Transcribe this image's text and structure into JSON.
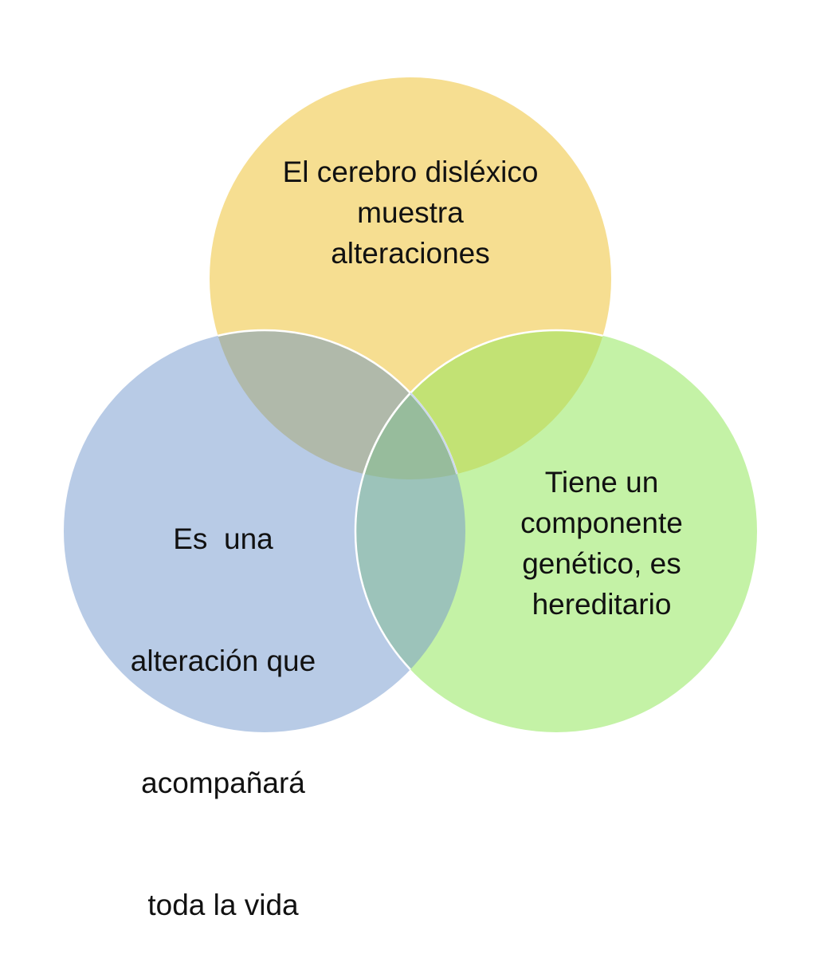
{
  "diagram": {
    "type": "venn",
    "sets": [
      {
        "id": "top",
        "color": "#F6DE91",
        "lines": [
          "El cerebro disléxico",
          "muestra",
          "alteraciones"
        ]
      },
      {
        "id": "left",
        "color": "#B8CBE6",
        "lines": [
          "Es  una",
          "alteración que",
          "acompañará",
          "toda la vida"
        ]
      },
      {
        "id": "right",
        "color": "#C4F2A6",
        "lines": [
          "Tiene un",
          "componente",
          "genético, es",
          "hereditario"
        ]
      }
    ],
    "overlap_colors": {
      "top_left": "#B0B9AA",
      "top_right": "#C2E274",
      "left_right": "#9CC3BA",
      "all_three": "#97BC9C"
    },
    "outline_color": "#FFFFFF"
  }
}
